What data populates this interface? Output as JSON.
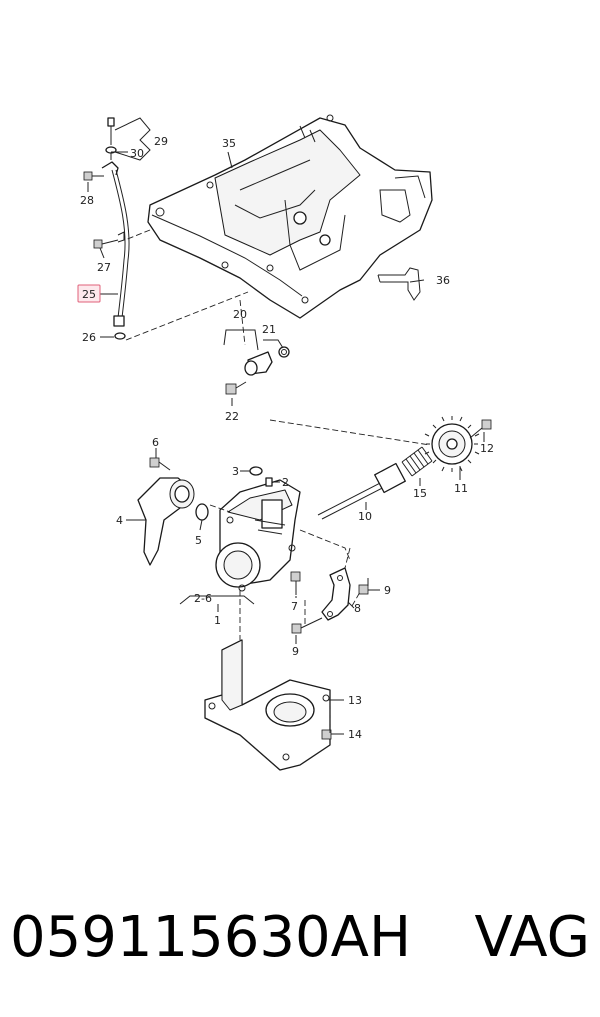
{
  "diagram": {
    "callouts": [
      "29",
      "30",
      "28",
      "27",
      "25",
      "26",
      "35",
      "36",
      "20",
      "21",
      "22",
      "6",
      "3",
      "2",
      "4",
      "5",
      "2-6",
      "1",
      "7",
      "12",
      "15",
      "11",
      "10",
      "8",
      "9",
      "9",
      "13",
      "14"
    ],
    "highlighted_callout": "25",
    "highlight_color": "#e0607a"
  },
  "footer": {
    "part_number": "059115630AH",
    "brand": "VAG"
  }
}
